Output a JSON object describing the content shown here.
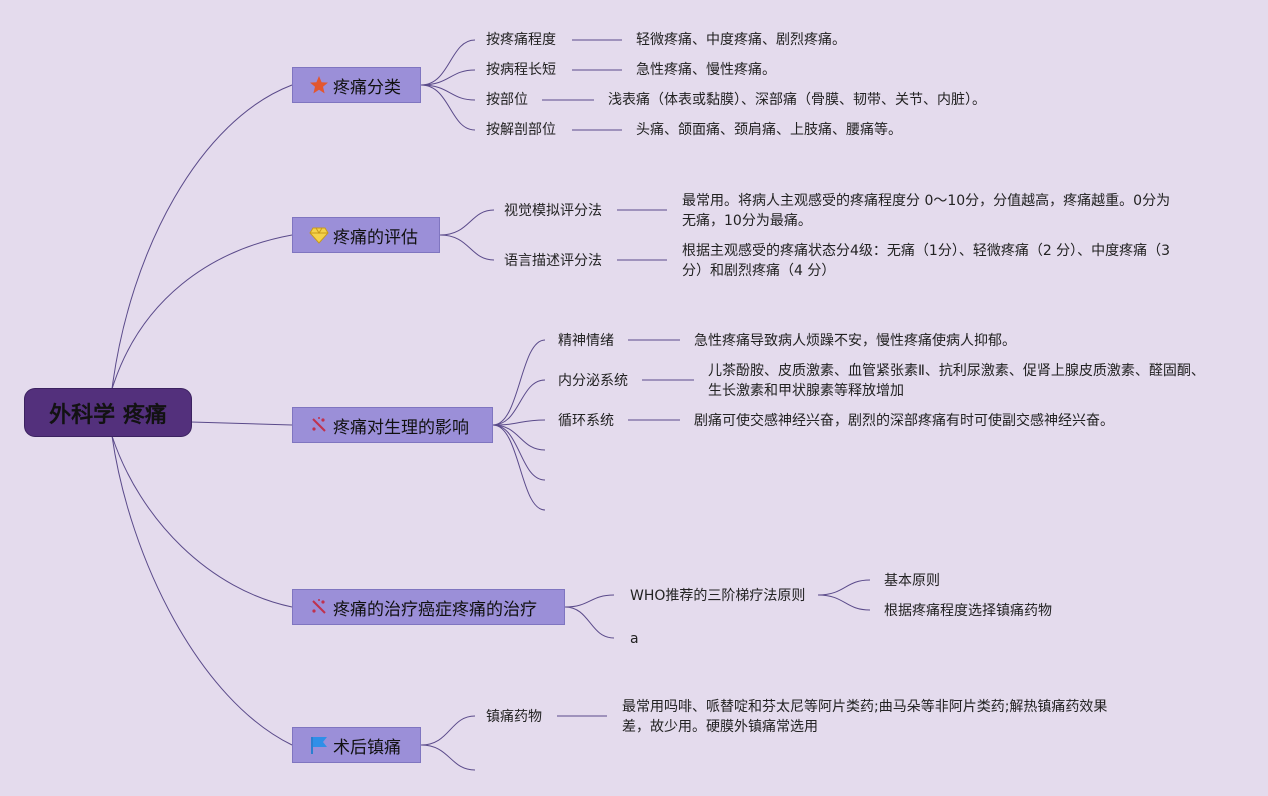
{
  "root": {
    "title": "外科学 疼痛"
  },
  "colors": {
    "background": "#e4dbed",
    "root": "#53307c",
    "branch": "#9b8fd8",
    "line": "#5a4a8a"
  },
  "branches": [
    {
      "label": "疼痛分类",
      "icon": "star-icon",
      "children": [
        {
          "label": "按疼痛程度",
          "detail": "轻微疼痛、中度疼痛、剧烈疼痛。"
        },
        {
          "label": "按病程长短",
          "detail": "急性疼痛、慢性疼痛。"
        },
        {
          "label": "按部位",
          "detail": "浅表痛（体表或黏膜）、深部痛（骨膜、韧带、关节、内脏）。"
        },
        {
          "label": "按解剖部位",
          "detail": "头痛、颌面痛、颈肩痛、上肢痛、腰痛等。"
        }
      ]
    },
    {
      "label": "疼痛的评估",
      "icon": "diamond-icon",
      "children": [
        {
          "label": "视觉模拟评分法",
          "detail": "最常用。将病人主观感受的疼痛程度分 0〜10分，分值越高，疼痛越重。0分为无痛，10分为最痛。"
        },
        {
          "label": "语言描述评分法",
          "detail": "根据主观感受的疼痛状态分4级：无痛（1分）、轻微疼痛（2 分）、中度疼痛（3分）和剧烈疼痛（4 分）"
        }
      ]
    },
    {
      "label": "疼痛对生理的影响",
      "icon": "sparkle-icon",
      "children": [
        {
          "label": "精神情绪",
          "detail": "急性疼痛导致病人烦躁不安，慢性疼痛使病人抑郁。"
        },
        {
          "label": "内分泌系统",
          "detail": "儿茶酚胺、皮质激素、血管紧张素Ⅱ、抗利尿激素、促肾上腺皮质激素、醛固酮、生长激素和甲状腺素等释放增加"
        },
        {
          "label": "循环系统",
          "detail": "剧痛可使交感神经兴奋，剧烈的深部疼痛有时可使副交感神经兴奋。"
        }
      ]
    },
    {
      "label": "疼痛的治疗癌症疼痛的治疗",
      "icon": "sparkle-icon",
      "children": [
        {
          "label": "WHO推荐的三阶梯疗法原则",
          "subs": [
            "基本原则",
            "根据疼痛程度选择镇痛药物"
          ]
        },
        {
          "label": "a"
        }
      ]
    },
    {
      "label": "术后镇痛",
      "icon": "flag-icon",
      "children": [
        {
          "label": "镇痛药物",
          "detail": "最常用吗啡、哌替啶和芬太尼等阿片类药;曲马朵等非阿片类药;解热镇痛药效果差，故少用。硬膜外镇痛常选用"
        }
      ]
    }
  ]
}
